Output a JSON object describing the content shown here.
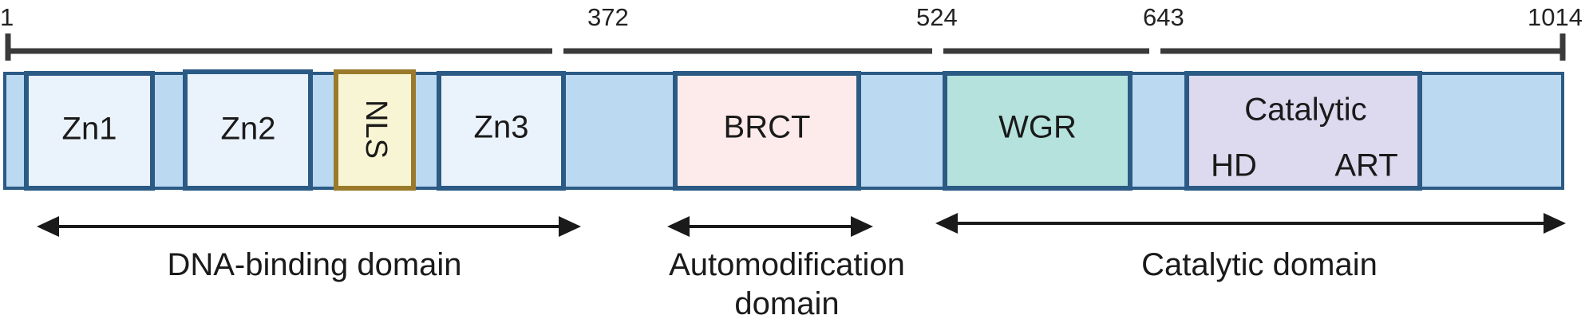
{
  "positions": {
    "p1": "1",
    "p372": "372",
    "p524": "524",
    "p643": "643",
    "p1014": "1014"
  },
  "domains": {
    "zn1": "Zn1",
    "zn2": "Zn2",
    "nls": "NLS",
    "zn3": "Zn3",
    "brct": "BRCT",
    "wgr": "WGR",
    "catalytic": "Catalytic",
    "hd": "HD",
    "art": "ART"
  },
  "regions": {
    "dna_binding": "DNA-binding domain",
    "automod_line1": "Automodification",
    "automod_line2": "domain",
    "catalytic_domain": "Catalytic domain"
  },
  "colors": {
    "backbone_fill": "#bcd9f2",
    "border_blue": "#2b5a85",
    "zn_fill": "#eaf2fb",
    "nls_fill": "#f7f5d4",
    "nls_border": "#9a7a2a",
    "brct_fill": "#fcebea",
    "wgr_fill": "#b5e2dc",
    "catalytic_fill": "#ddd9ee",
    "scale_gray": "#3a3a3a",
    "arrow_black": "#1a1a1a"
  }
}
